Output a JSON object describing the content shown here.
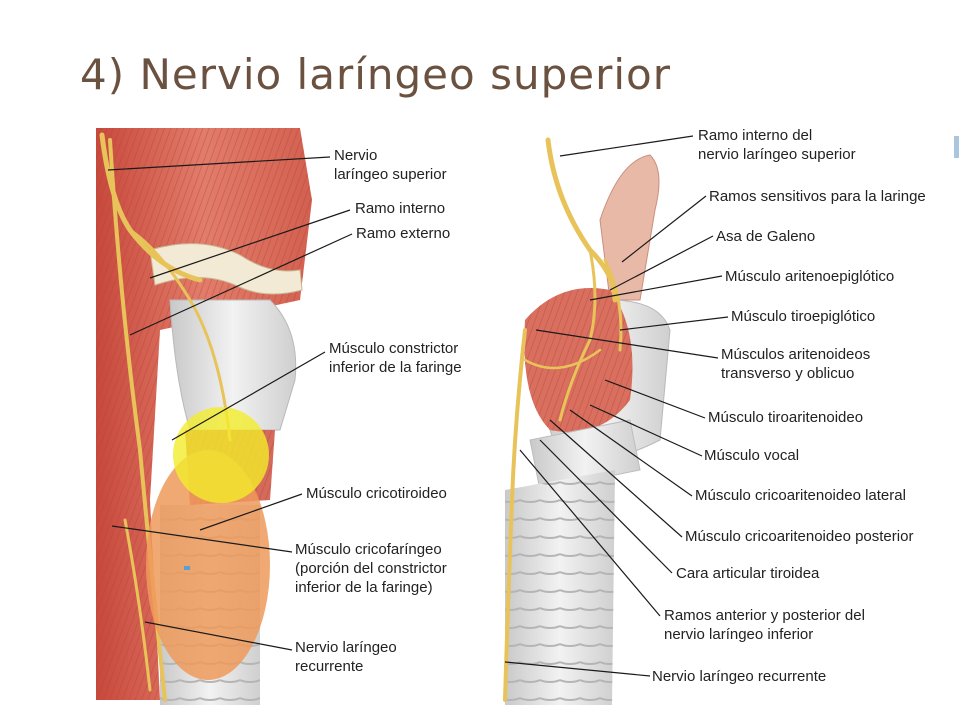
{
  "slide": {
    "title": "4) Nervio laríngeo superior"
  },
  "left_figure": {
    "labels": [
      {
        "id": "nervio-laringeo-superior",
        "lines": [
          "Nervio",
          "laríngeo superior"
        ]
      },
      {
        "id": "ramo-interno",
        "lines": [
          "Ramo interno"
        ]
      },
      {
        "id": "ramo-externo",
        "lines": [
          "Ramo externo"
        ]
      },
      {
        "id": "musculo-constrictor-inferior",
        "lines": [
          "Músculo constrictor",
          "inferior de la faringe"
        ]
      },
      {
        "id": "musculo-cricotiroideo",
        "lines": [
          "Músculo cricotiroideo"
        ]
      },
      {
        "id": "musculo-cricofaringeo",
        "lines": [
          "Músculo cricofaríngeo",
          "(porción del constrictor",
          "inferior de la faringe)"
        ]
      },
      {
        "id": "nervio-laringeo-recurrente",
        "lines": [
          "Nervio laríngeo",
          "recurrente"
        ]
      }
    ]
  },
  "right_figure": {
    "labels": [
      {
        "id": "ramo-interno-nervio-sup",
        "lines": [
          "Ramo interno del",
          "nervio laríngeo superior"
        ]
      },
      {
        "id": "ramos-sensitivos",
        "lines": [
          "Ramos sensitivos para la laringe"
        ]
      },
      {
        "id": "asa-de-galeno",
        "lines": [
          "Asa de Galeno"
        ]
      },
      {
        "id": "musculo-aritenoepiglotico",
        "lines": [
          "Músculo aritenoepiglótico"
        ]
      },
      {
        "id": "musculo-tiroepiglotico",
        "lines": [
          "Músculo tiroepiglótico"
        ]
      },
      {
        "id": "musculos-aritenoideos",
        "lines": [
          "Músculos aritenoideos",
          "transverso y oblicuo"
        ]
      },
      {
        "id": "musculo-tiroaritenoideo",
        "lines": [
          "Músculo tiroaritenoideo"
        ]
      },
      {
        "id": "musculo-vocal",
        "lines": [
          "Músculo vocal"
        ]
      },
      {
        "id": "musculo-cricoaritenoideo-lateral",
        "lines": [
          "Músculo cricoaritenoideo lateral"
        ]
      },
      {
        "id": "musculo-cricoaritenoideo-posterior",
        "lines": [
          "Músculo cricoaritenoideo posterior"
        ]
      },
      {
        "id": "cara-articular-tiroidea",
        "lines": [
          "Cara articular tiroidea"
        ]
      },
      {
        "id": "ramos-anterior-posterior",
        "lines": [
          "Ramos anterior y posterior del",
          "nervio laríngeo inferior"
        ]
      },
      {
        "id": "nervio-laringeo-recurrente-der",
        "lines": [
          "Nervio laríngeo recurrente"
        ]
      }
    ]
  },
  "colors": {
    "title": "#6b5140",
    "muscle": "#d9705f",
    "nerve": "#e8c35a",
    "cartilage": "#dcdcdc",
    "highlight_yellow": "#f2ec2a",
    "highlight_orange": "#ef9a5c",
    "accent": "#a9c6df"
  }
}
